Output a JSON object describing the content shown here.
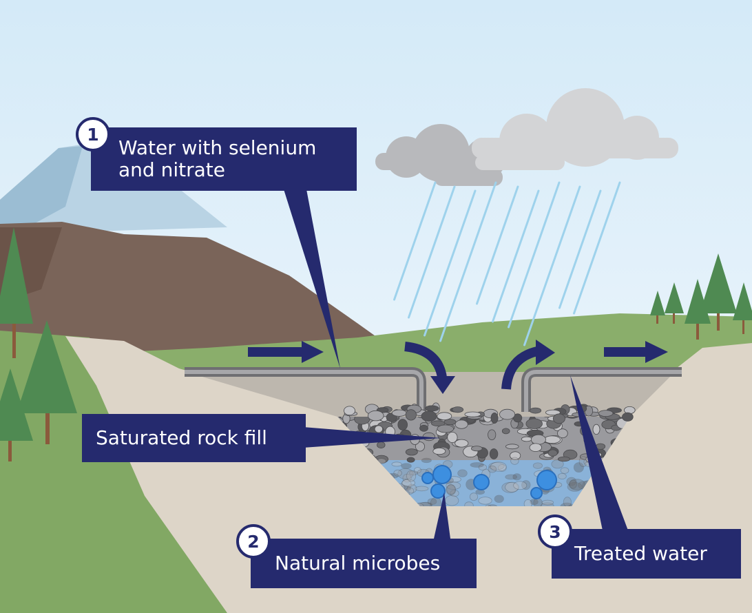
{
  "labels": {
    "step1": {
      "number": "1",
      "line1": "Water with selenium",
      "line2": "and nitrate"
    },
    "rock_fill": {
      "text": "Saturated rock fill"
    },
    "step2": {
      "number": "2",
      "text": "Natural microbes"
    },
    "step3": {
      "number": "3",
      "text": "Treated water"
    }
  },
  "colors": {
    "label_bg": "#252a6e",
    "sky_top": "#d6ecf8",
    "sky_bottom": "#f4f9fc",
    "mountain": "#7a6459",
    "grass": "#8aae6b",
    "ground": "#ddd5c8",
    "water": "#8ab2d8",
    "microbe": "#3d8fe0",
    "arrow": "#252a6e",
    "pipe": "#6f6f72",
    "rain": "#9ed2ec",
    "cloud_dark": "#b8b9bc",
    "cloud_light": "#d3d4d6",
    "tree": "#4f8a52",
    "trunk": "#8b5a3c"
  }
}
